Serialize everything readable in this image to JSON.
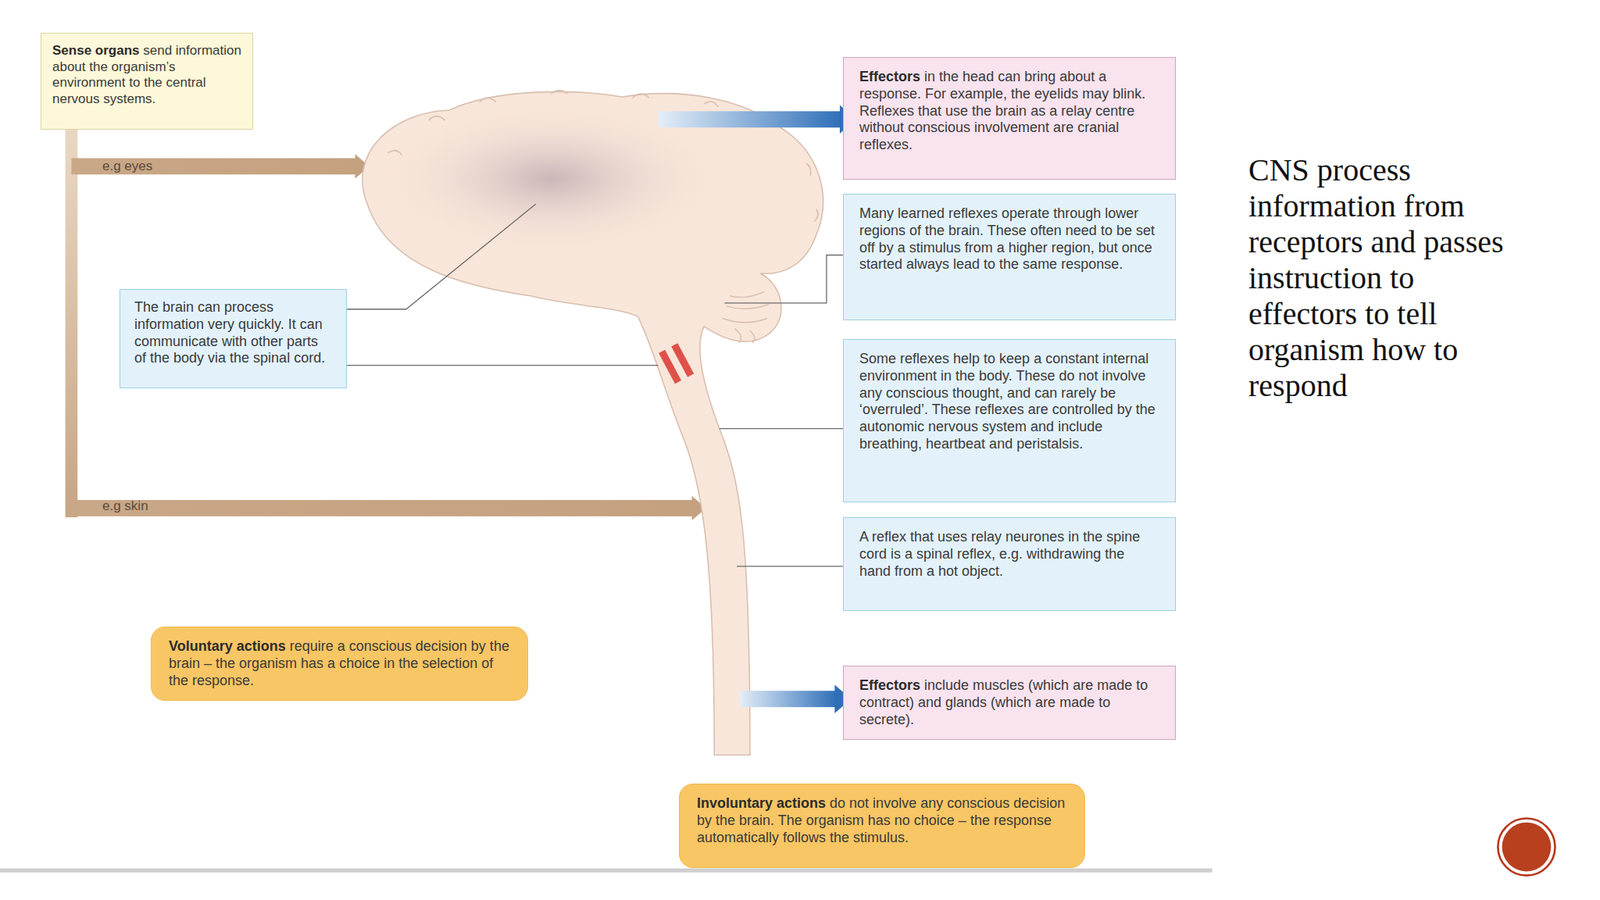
{
  "diagram": {
    "nodes": [
      {
        "text": [
          "Sense organs",
          "send information about the organism’s environment to the central nervous systems."
        ]
      },
      {
        "text": [
          "Effectors",
          "in the head can bring about a response. For example, the eyelids may blink. Reflexes that use the brain as a relay centre without conscious involvement are cranial reflexes."
        ]
      },
      {
        "text": [
          "Many learned reflexes operate through lower regions of the brain. These often need to be set off by a stimulus from a higher region, but once started always lead to the same response."
        ]
      },
      {
        "text": [
          "The brain can process information very quickly. It can communicate with other parts of the body via the spinal cord."
        ]
      },
      {
        "text": [
          "Some reflexes help to keep a constant internal environment in the body. These do not involve any conscious thought, and can rarely be ‘overruled’. These reflexes are controlled by the autonomic nervous system and include breathing, heartbeat and peristalsis."
        ]
      },
      {
        "text": [
          "A reflex that uses relay neurones in the spine cord is a spinal reflex, e.g. withdrawing the hand from a hot object."
        ]
      },
      {
        "text": [
          "Voluntary actions",
          "require a conscious decision by the brain – the organism has a choice in the selection of the response."
        ]
      },
      {
        "text": [
          "Effectors",
          "include muscles (which are made to contract) and glands (which are made to secrete)."
        ]
      },
      {
        "text": [
          "Involuntary actions",
          "do not involve any conscious decision by the brain. The organism has no choice – the response automatically follows the stimulus."
        ]
      }
    ],
    "labels": [
      "e.g eyes",
      "e.g skin",
      "CNS process information from receptors and passes instruction to effectors to tell organism how to respond"
    ]
  }
}
